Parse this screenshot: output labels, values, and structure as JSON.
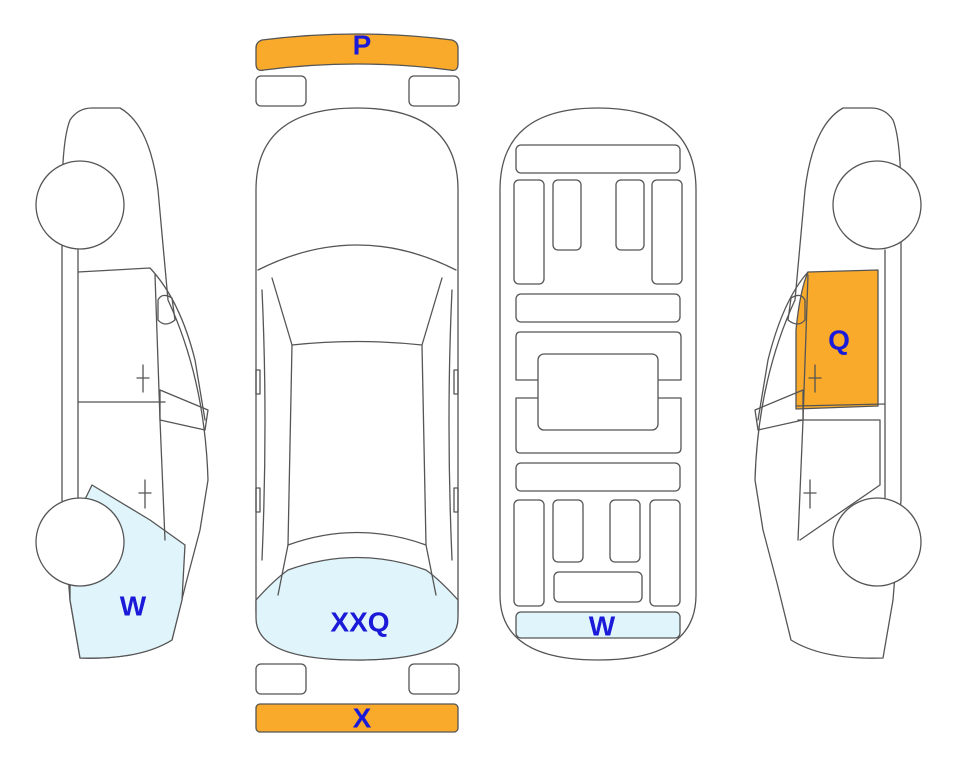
{
  "colors": {
    "damage_orange": "#F9AA2B",
    "damage_light_blue": "#E0F4FC",
    "label_blue": "#1A1AD8",
    "line": "#555555"
  },
  "labels": {
    "front_bumper": "P",
    "rear_bumper": "X",
    "rear_left_quarter": "W",
    "rear_hood": "XXQ",
    "underbody_rear": "W",
    "right_front_door": "Q"
  }
}
